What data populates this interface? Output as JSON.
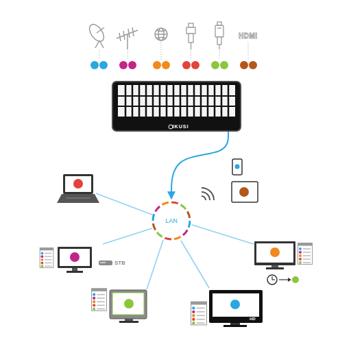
{
  "diagram": {
    "nodes": [
      {
        "text": [
          "IKUSI"
        ]
      },
      {
        "text": [
          "LAN"
        ]
      }
    ],
    "edges": [
      {
        "from": 0,
        "to": 1,
        "arrow": "to"
      }
    ],
    "labels": [
      "HDMI",
      "STB",
      "HD"
    ]
  }
}
